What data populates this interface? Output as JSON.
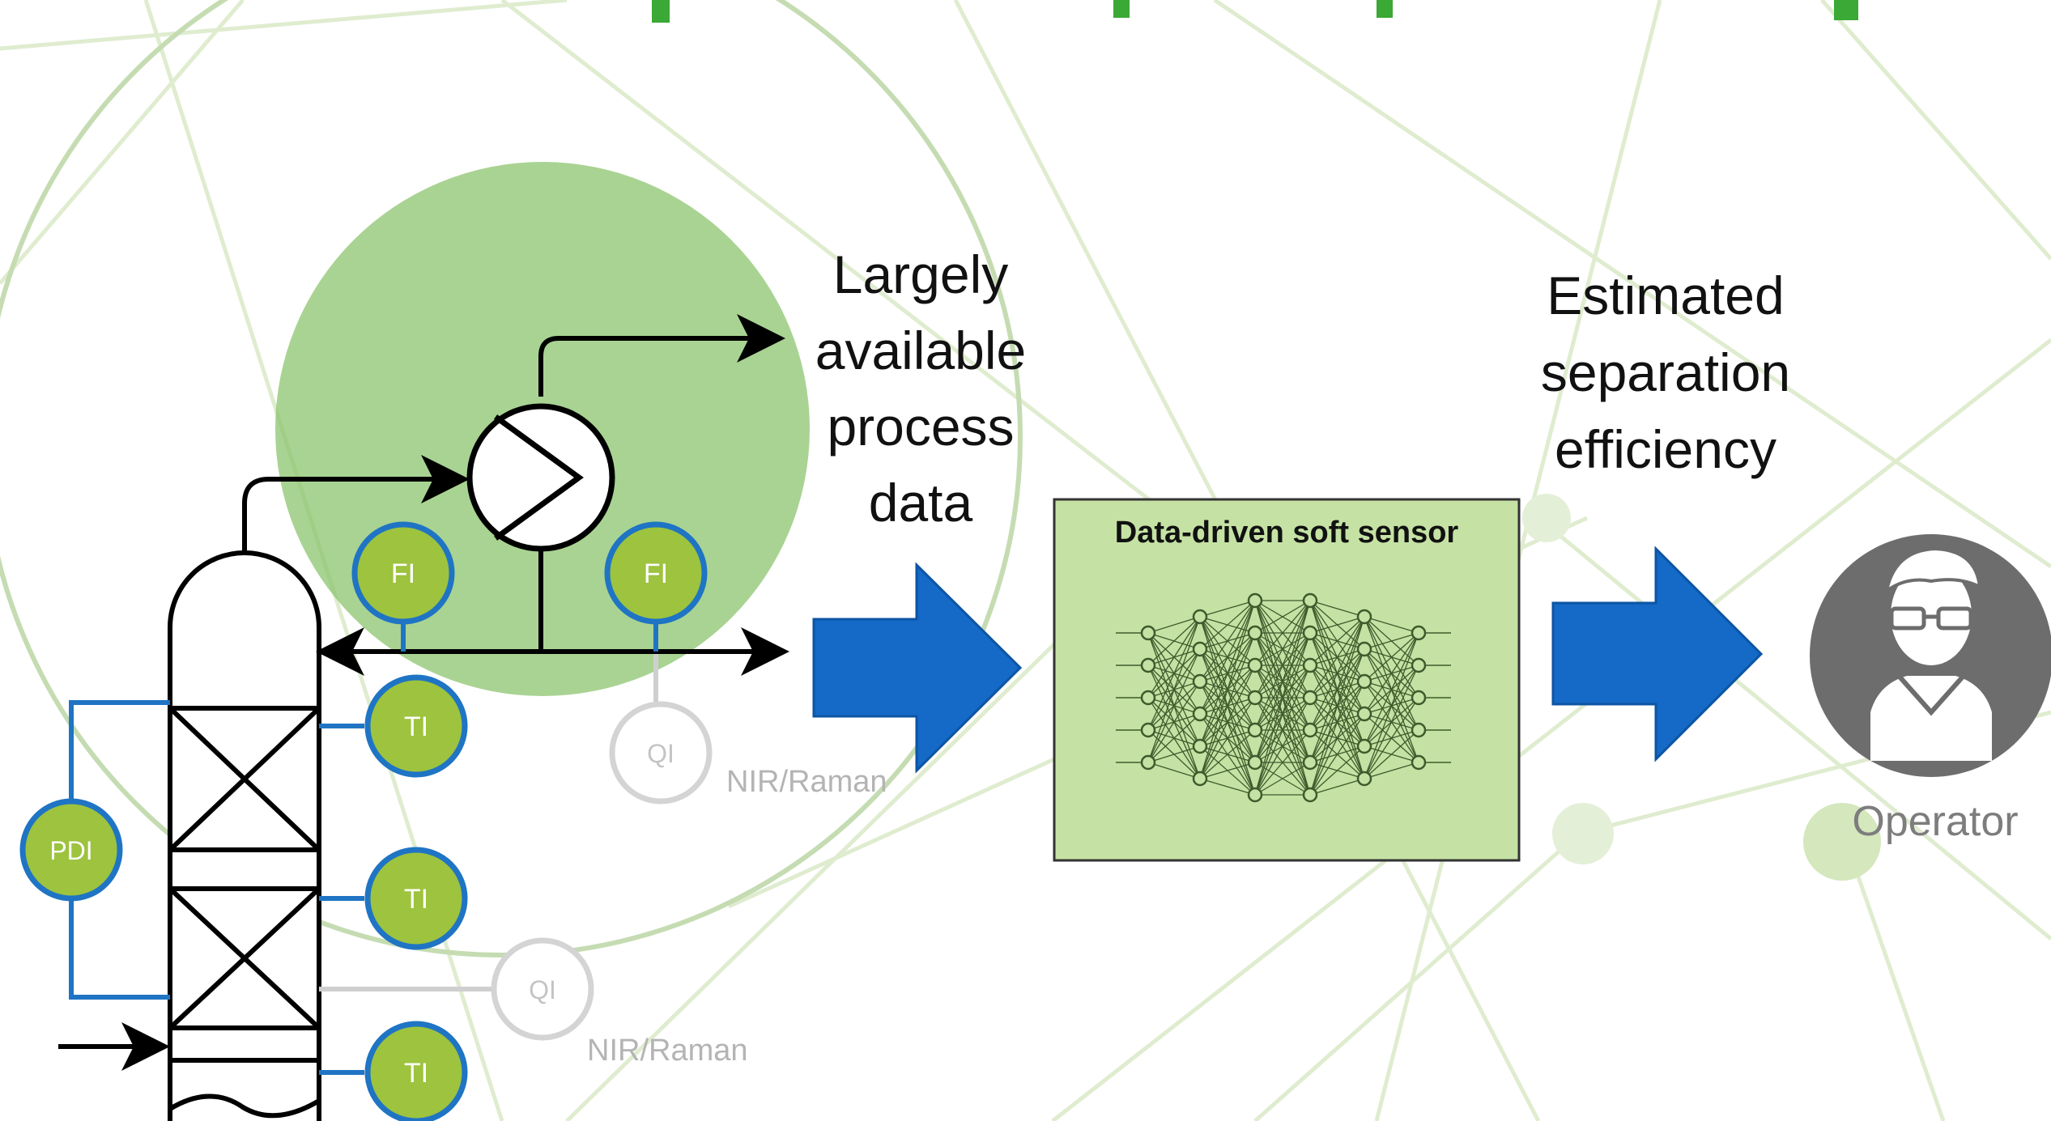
{
  "title": "",
  "labels": {
    "process_data": [
      "Largely",
      "available",
      "process",
      "data"
    ],
    "estimated": [
      "Estimated",
      "separation",
      "efficiency"
    ],
    "soft_sensor_title": "Data-driven soft sensor",
    "operator": "Operator",
    "nir_raman_top": "NIR/Raman",
    "nir_raman_bottom": "NIR/Raman"
  },
  "instruments": {
    "fi_left": "FI",
    "fi_right": "FI",
    "ti_1": "TI",
    "ti_2": "TI",
    "ti_3": "TI",
    "pdi": "PDI",
    "qi_top": "QI",
    "qi_bottom": "QI"
  },
  "colors": {
    "green_title": "#3aa935",
    "instrument_fill": "#9dc33f",
    "instrument_stroke": "#1f74c4",
    "blue_arrow": "#1569c7",
    "sensor_box": "#c5e2a4",
    "background_network": "#d7e7c8",
    "faded_grey": "#c8c8c8",
    "operator_grey": "#6d6d6d"
  },
  "icons": [
    "blue-arrow-icon",
    "operator-icon",
    "neural-network-icon",
    "heat-exchanger-icon",
    "column-icon"
  ]
}
